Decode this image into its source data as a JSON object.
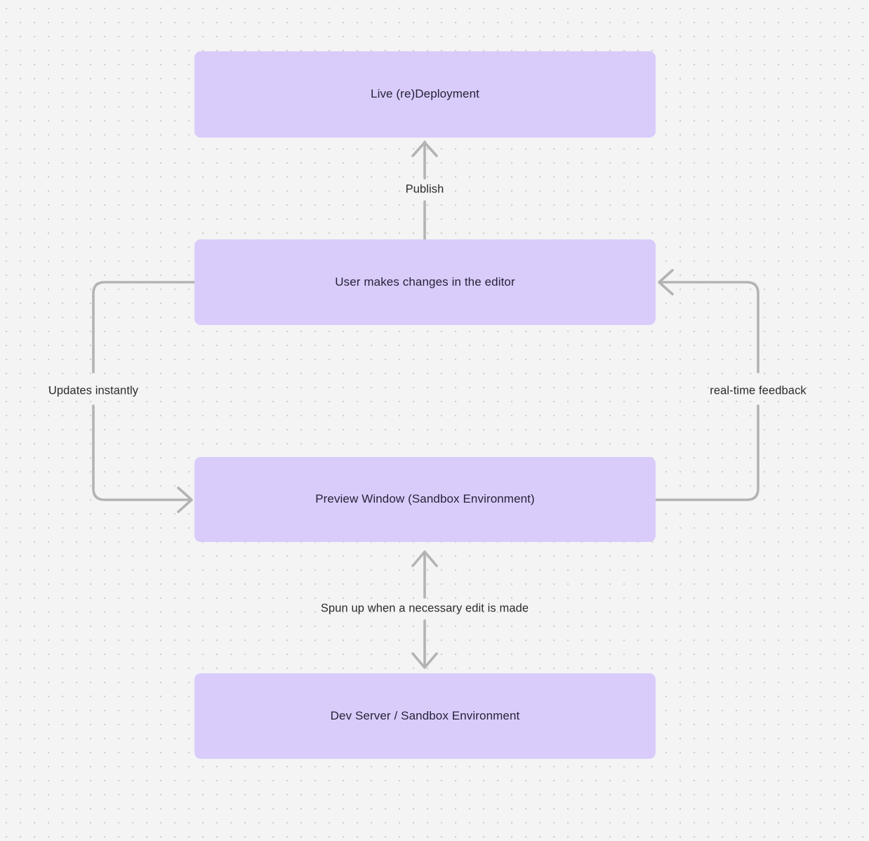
{
  "diagram": {
    "type": "flowchart",
    "background": "#f4f4f4",
    "dot_grid_color": "#cfcfcf",
    "node_fill": "#d9ccfb",
    "node_text_color": "#262338",
    "edge_color": "#b3b3b3",
    "edge_label_color": "#2b2b2b",
    "nodes": [
      {
        "id": "live",
        "label": "Live (re)Deployment"
      },
      {
        "id": "editor",
        "label": "User makes changes in the editor"
      },
      {
        "id": "preview",
        "label": "Preview Window (Sandbox Environment)"
      },
      {
        "id": "devserver",
        "label": "Dev Server / Sandbox Environment"
      }
    ],
    "edges": [
      {
        "id": "publish",
        "from": "editor",
        "to": "live",
        "label": "Publish",
        "direction": "up"
      },
      {
        "id": "updates-instantly",
        "from": "editor",
        "to": "preview",
        "label": "Updates instantly",
        "direction": "left-loop-down"
      },
      {
        "id": "real-time",
        "from": "preview",
        "to": "editor",
        "label": "real-time feedback",
        "direction": "right-loop-up"
      },
      {
        "id": "spun-up",
        "from": "devserver",
        "to": "preview",
        "label": "Spun up when a necessary edit is made",
        "direction": "bidirectional"
      }
    ]
  }
}
